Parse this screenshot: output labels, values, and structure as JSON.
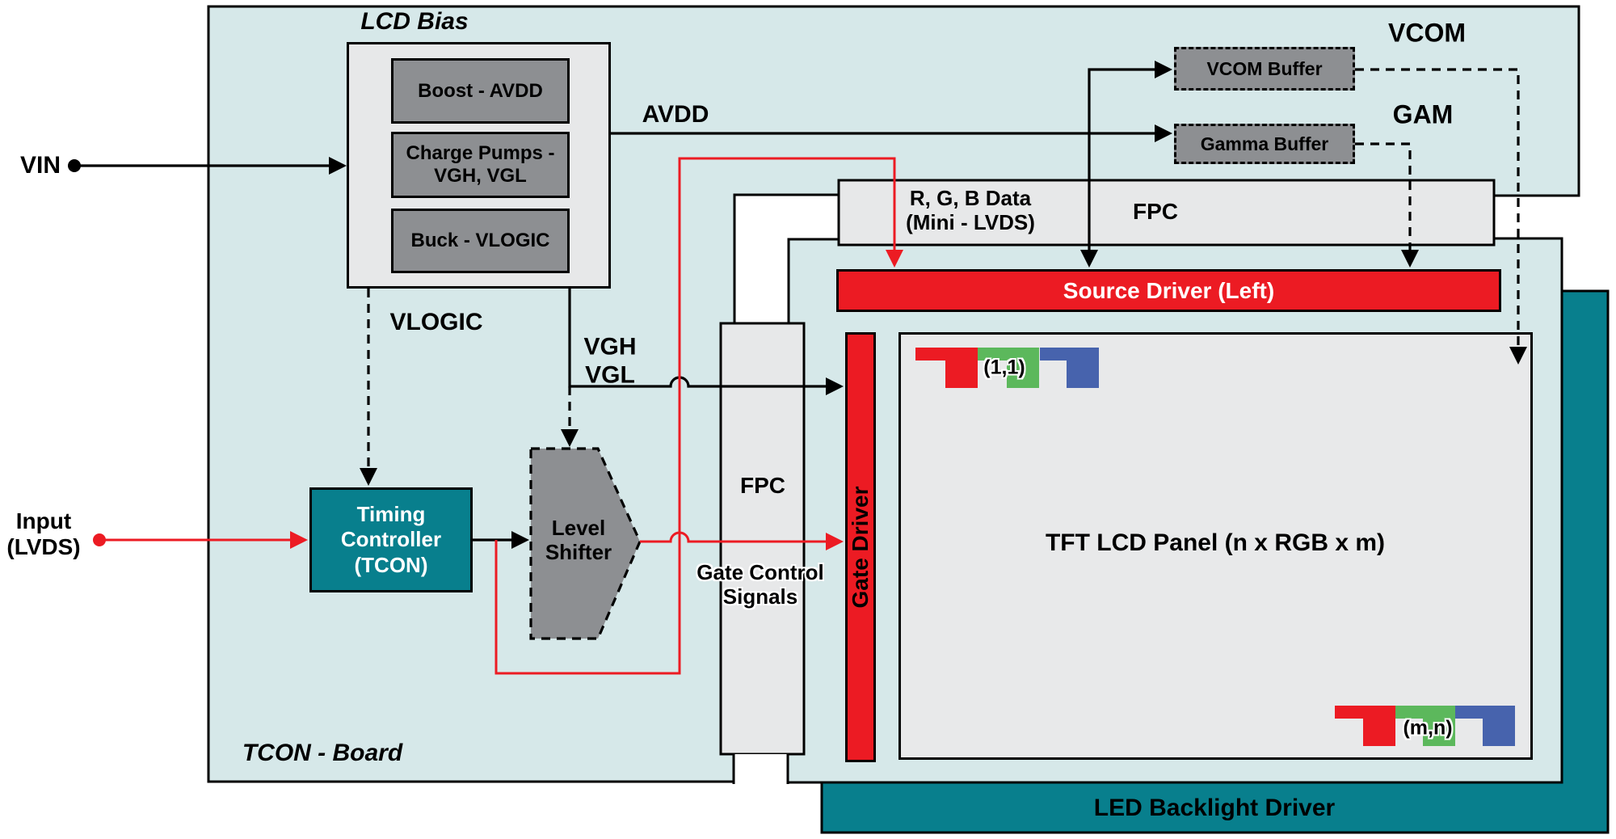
{
  "colors": {
    "board_teal": "#d6e8e9",
    "dark_teal": "#087f8d",
    "red": "#ec1b23",
    "block_gray": "#8d8f92",
    "panel_gray": "#e8e9ea",
    "fpc_gray": "#e7e8e9",
    "pixel_red": "#ec1b23",
    "pixel_green": "#5cb85c",
    "pixel_blue": "#4763ad"
  },
  "labels": {
    "vin": "VIN",
    "input": "Input\n(LVDS)",
    "avdd": "AVDD",
    "vlogic": "VLOGIC",
    "vgh_vgl": "VGH\nVGL",
    "vcom": "VCOM",
    "gam": "GAM",
    "tcon_board": "TCON - Board"
  },
  "lcd_bias": {
    "title": "LCD Bias",
    "blocks": [
      "Boost - AVDD",
      "Charge Pumps -\nVGH, VGL",
      "Buck - VLOGIC"
    ]
  },
  "timing_controller": "Timing\nController\n(TCON)",
  "level_shifter": "Level\nShifter",
  "buffers": {
    "vcom": "VCOM Buffer",
    "gamma": "Gamma Buffer"
  },
  "fpc": {
    "rgb_data": "R, G, B Data\n(Mini - LVDS)",
    "fpc_horizontal": "FPC",
    "fpc_vertical": "FPC",
    "gate_signals": "Gate Control\nSignals"
  },
  "drivers": {
    "source": "Source Driver (Left)",
    "gate": "Gate Driver",
    "backlight": "LED Backlight Driver"
  },
  "panel": {
    "title": "TFT LCD Panel (n x RGB x m)",
    "pixel_first": "(1,1)",
    "pixel_last": "(m,n)"
  }
}
